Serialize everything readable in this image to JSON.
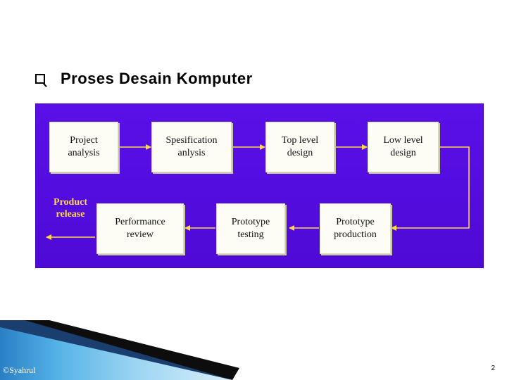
{
  "slide": {
    "title": "Proses Desain Komputer",
    "copyright": "©Syahrul",
    "page_number": "2"
  },
  "diagram": {
    "colors": {
      "background": "#5010e0",
      "arrow": "#ffd84a",
      "box": "#fdfdf6"
    },
    "nodes": {
      "project_analysis": "Project\nanalysis",
      "specification_analysis": "Spesification\nanlysis",
      "top_level_design": "Top level\ndesign",
      "low_level_design": "Low level\ndesign",
      "prototype_production": "Prototype\nproduction",
      "prototype_testing": "Prototype\ntesting",
      "performance_review": "Performance\nreview",
      "product_release": "Product\nrelease"
    },
    "edges": [
      [
        "project_analysis",
        "specification_analysis"
      ],
      [
        "specification_analysis",
        "top_level_design"
      ],
      [
        "top_level_design",
        "low_level_design"
      ],
      [
        "low_level_design",
        "prototype_production"
      ],
      [
        "prototype_production",
        "prototype_testing"
      ],
      [
        "prototype_testing",
        "performance_review"
      ],
      [
        "performance_review",
        "product_release"
      ]
    ]
  }
}
